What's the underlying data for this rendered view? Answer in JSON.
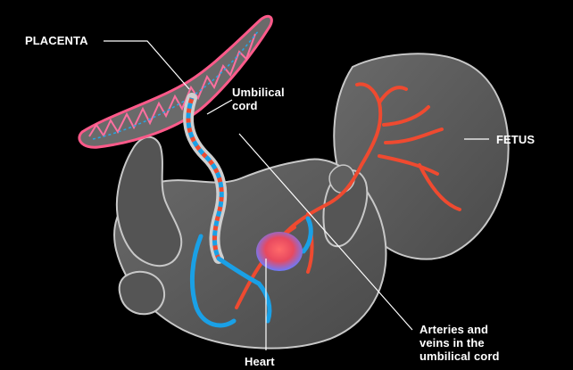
{
  "labels": {
    "placenta": "PLACENTA",
    "umbilical_cord": [
      "Umbilical",
      "cord"
    ],
    "fetus": "FETUS",
    "heart": "Heart",
    "arteries": [
      "Arteries and",
      "veins in the",
      "umbilical cord"
    ]
  },
  "colors": {
    "background": "#000000",
    "body_fill": "#5a5a5a",
    "outline": "#c8c8c8",
    "artery": "#ef4a30",
    "vein": "#1aa0e6",
    "placenta_edge": "#ff5a8a",
    "leader_line": "#ffffff",
    "label_text": "#ffffff"
  }
}
